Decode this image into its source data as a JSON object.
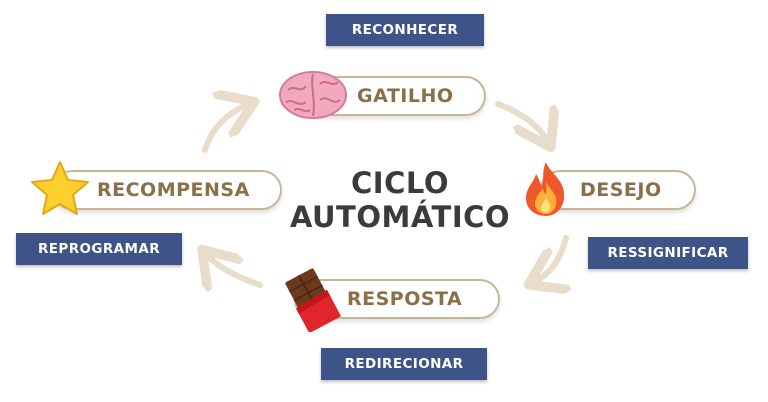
{
  "center": {
    "line1": "CICLO",
    "line2": "AUTOMÁTICO"
  },
  "stages": {
    "gatilho": {
      "label": "GATILHO",
      "icon": "brain-icon",
      "action": "RECONHECER"
    },
    "desejo": {
      "label": "DESEJO",
      "icon": "fire-icon",
      "action": "RESSIGNIFICAR"
    },
    "resposta": {
      "label": "RESPOSTA",
      "icon": "chocolate-bar-icon",
      "action": "REDIRECIONAR"
    },
    "recompensa": {
      "label": "RECOMPENSA",
      "icon": "star-icon",
      "action": "REPROGRAMAR"
    }
  },
  "colors": {
    "label_text": "#8a6f49",
    "pill_border": "#c8b596",
    "tag_background": "#3e5488",
    "arrow": "#e8dccb",
    "center_text": "#3b3b3b"
  }
}
